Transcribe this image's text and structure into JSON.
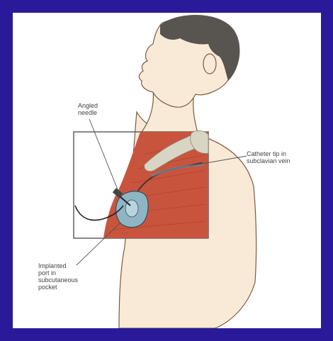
{
  "diagram": {
    "labels": {
      "angled_needle": "Angled\nneedle",
      "catheter_tip": "Catheter tip in\nsubclavian vein",
      "implanted_port": "Implanted\nport in\nsubcutaneous\npocket"
    },
    "colors": {
      "background": "#2a1a9a",
      "panel": "#ffffff",
      "skin": "#f9ead7",
      "skin_outline": "#7a5a40",
      "hair": "#58544f",
      "muscle": "#c9543d",
      "muscle_dark": "#a33d2a",
      "bone": "#d9d5c4",
      "port": "#8fb5c4",
      "catheter": "#3a3a3a"
    }
  }
}
